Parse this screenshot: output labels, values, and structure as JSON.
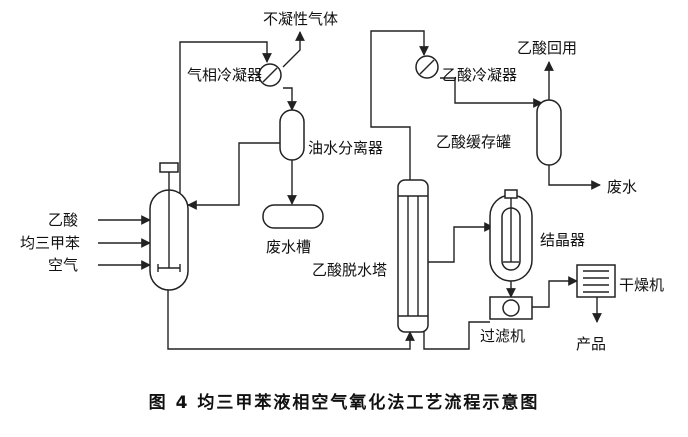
{
  "figure": {
    "caption": "图 4   均三甲苯液相空气氧化法工艺流程示意图"
  },
  "labels": {
    "noncondensable_gas": "不凝性气体",
    "gas_phase_condenser": "气相冷凝器",
    "acetic_acid_condenser": "乙酸冷凝器",
    "acetic_acid_recycle": "乙酸回用",
    "oil_water_separator": "油水分离器",
    "acetic_acid_buffer_tank": "乙酸缓存罐",
    "waste_water": "废水",
    "waste_water_tank": "废水槽",
    "dehydration_tower": "乙酸脱水塔",
    "crystallizer": "结晶器",
    "dryer": "干燥机",
    "filter": "过滤机",
    "product": "产品",
    "feed_acetic_acid": "乙酸",
    "feed_mesitylene": "均三甲苯",
    "feed_air": "空气"
  }
}
